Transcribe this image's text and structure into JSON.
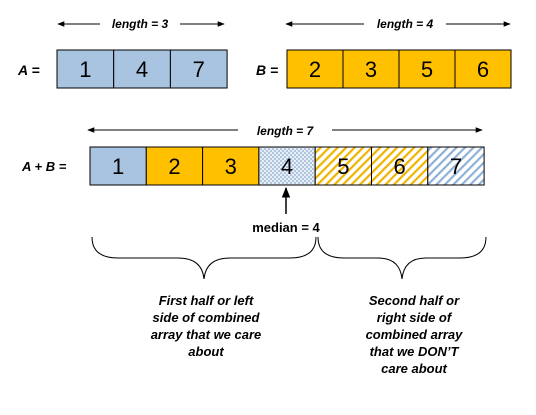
{
  "array_a": {
    "label": "A =",
    "length_label": "length = 3",
    "values": [
      "1",
      "4",
      "7"
    ]
  },
  "array_b": {
    "label": "B =",
    "length_label": "length = 4",
    "values": [
      "2",
      "3",
      "5",
      "6"
    ]
  },
  "combined": {
    "label": "A + B =",
    "length_label": "length = 7",
    "cells": [
      {
        "value": "1",
        "fill": "solid-blue"
      },
      {
        "value": "2",
        "fill": "solid-orange"
      },
      {
        "value": "3",
        "fill": "solid-orange"
      },
      {
        "value": "4",
        "fill": "dotted-blue"
      },
      {
        "value": "5",
        "fill": "hatched-orange"
      },
      {
        "value": "6",
        "fill": "hatched-orange"
      },
      {
        "value": "7",
        "fill": "hatched-blue"
      }
    ]
  },
  "median_label": "median = 4",
  "first_half_note": [
    "First half or left",
    "side of combined",
    "array that we care",
    "about"
  ],
  "second_half_note": [
    "Second half or",
    "right side of",
    "combined array",
    "that we DON’T",
    "care about"
  ],
  "colors": {
    "blue": "#a9c4e0",
    "orange": "#ffc000",
    "border": "#000000"
  }
}
